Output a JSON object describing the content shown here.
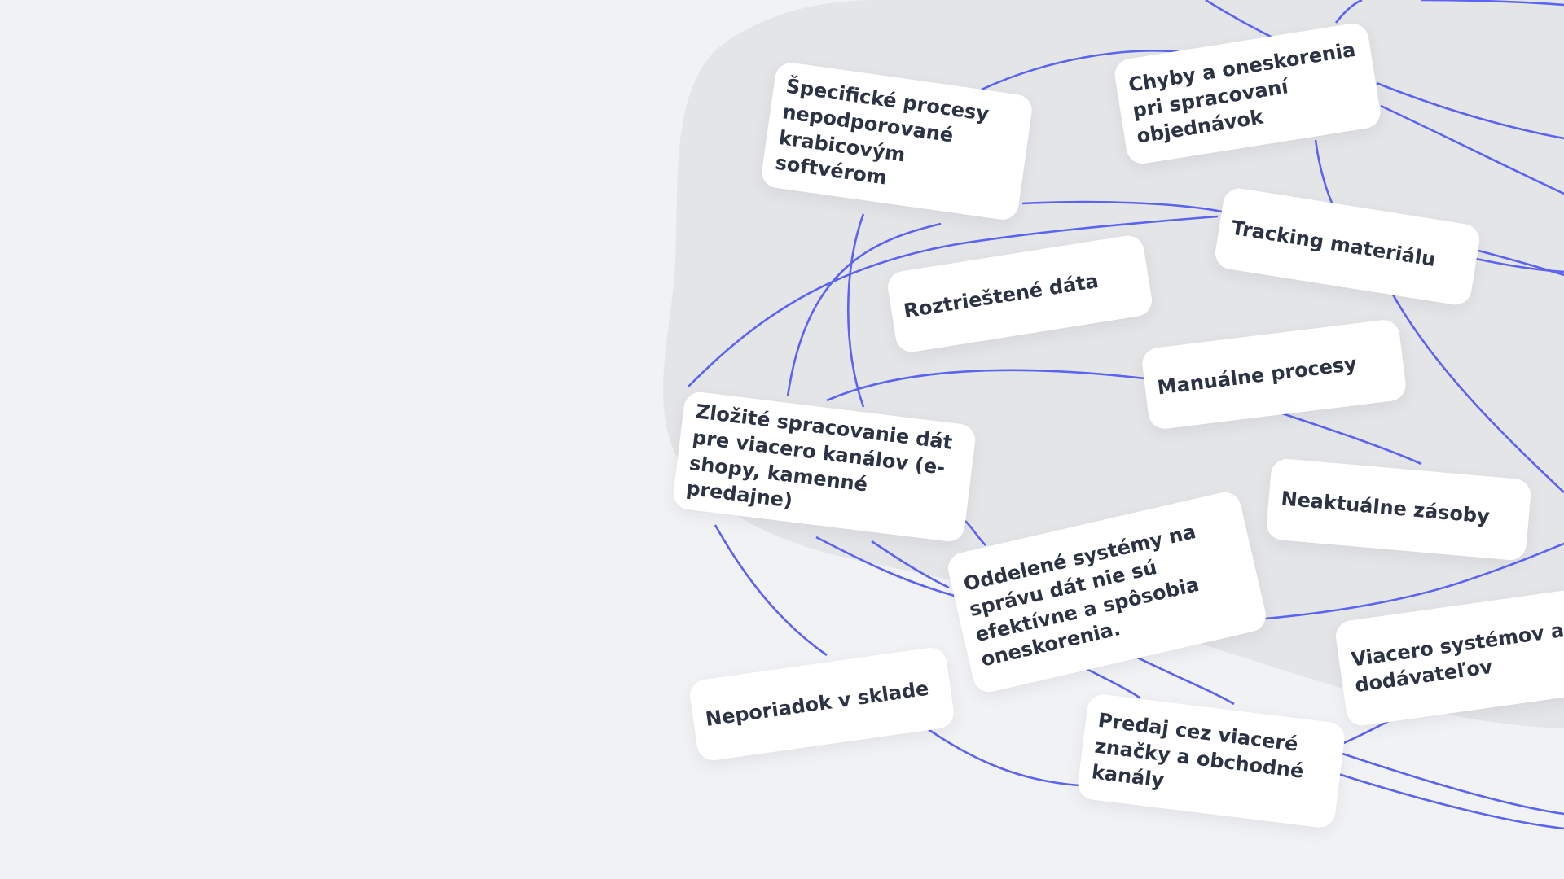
{
  "colors": {
    "background": "#f1f2f4",
    "blob": "#e4e5e7",
    "connector": "#5b63f0",
    "card": "#ffffff",
    "text": "#2c3344"
  },
  "nodes": {
    "specific_processes": "Špecifické procesy nepodporované krabicovým softvérom",
    "order_errors": "Chyby a oneskorenia pri spracovaní objednávok",
    "material_tracking": "Tracking materiálu",
    "fragmented_data": "Roztrieštené dáta",
    "manual_processes": "Manuálne procesy",
    "multichannel_data": "Zložité spracovanie dát pre viacero kanálov (e-shopy, kamenné predajne)",
    "outdated_stock": "Neaktuálne zásoby",
    "separate_systems": "Oddelené systémy na správu dát nie sú efektívne a spôsobia oneskorenia.",
    "multiple_systems_suppliers": "Viacero systémov a dodávateľov",
    "warehouse_disorder": "Neporiadok v sklade",
    "multibrand_sales": "Predaj cez viaceré značky a obchodné kanály"
  }
}
